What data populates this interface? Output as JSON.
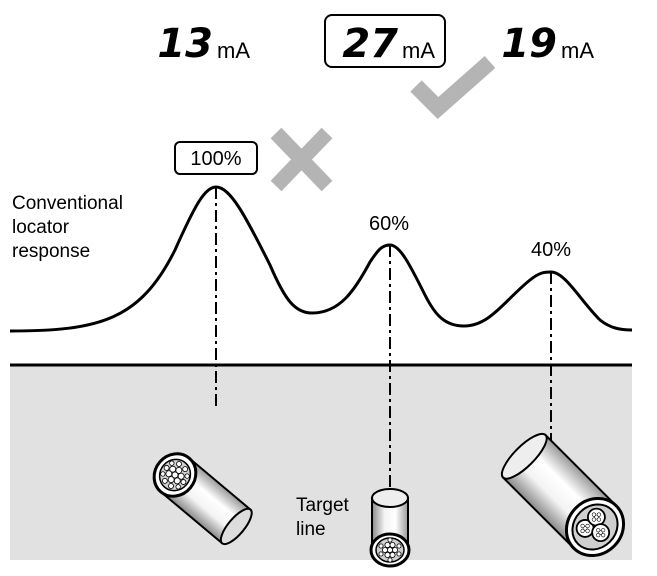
{
  "readings": [
    {
      "value": "13",
      "unit": "mA",
      "boxed": false
    },
    {
      "value": "27",
      "unit": "mA",
      "boxed": true
    },
    {
      "value": "19",
      "unit": "mA",
      "boxed": false
    }
  ],
  "response_label": [
    "Conventional",
    "locator",
    "response"
  ],
  "peaks": [
    {
      "label": "100%",
      "boxed": true
    },
    {
      "label": "60%",
      "boxed": false
    },
    {
      "label": "40%",
      "boxed": false
    }
  ],
  "target_label": [
    "Target",
    "line"
  ],
  "colors": {
    "ground": "#e1e1e1",
    "mark": "#b4b4b4",
    "line": "#000000"
  },
  "icons": {
    "correct": "check-mark-icon",
    "incorrect": "cross-mark-icon"
  }
}
